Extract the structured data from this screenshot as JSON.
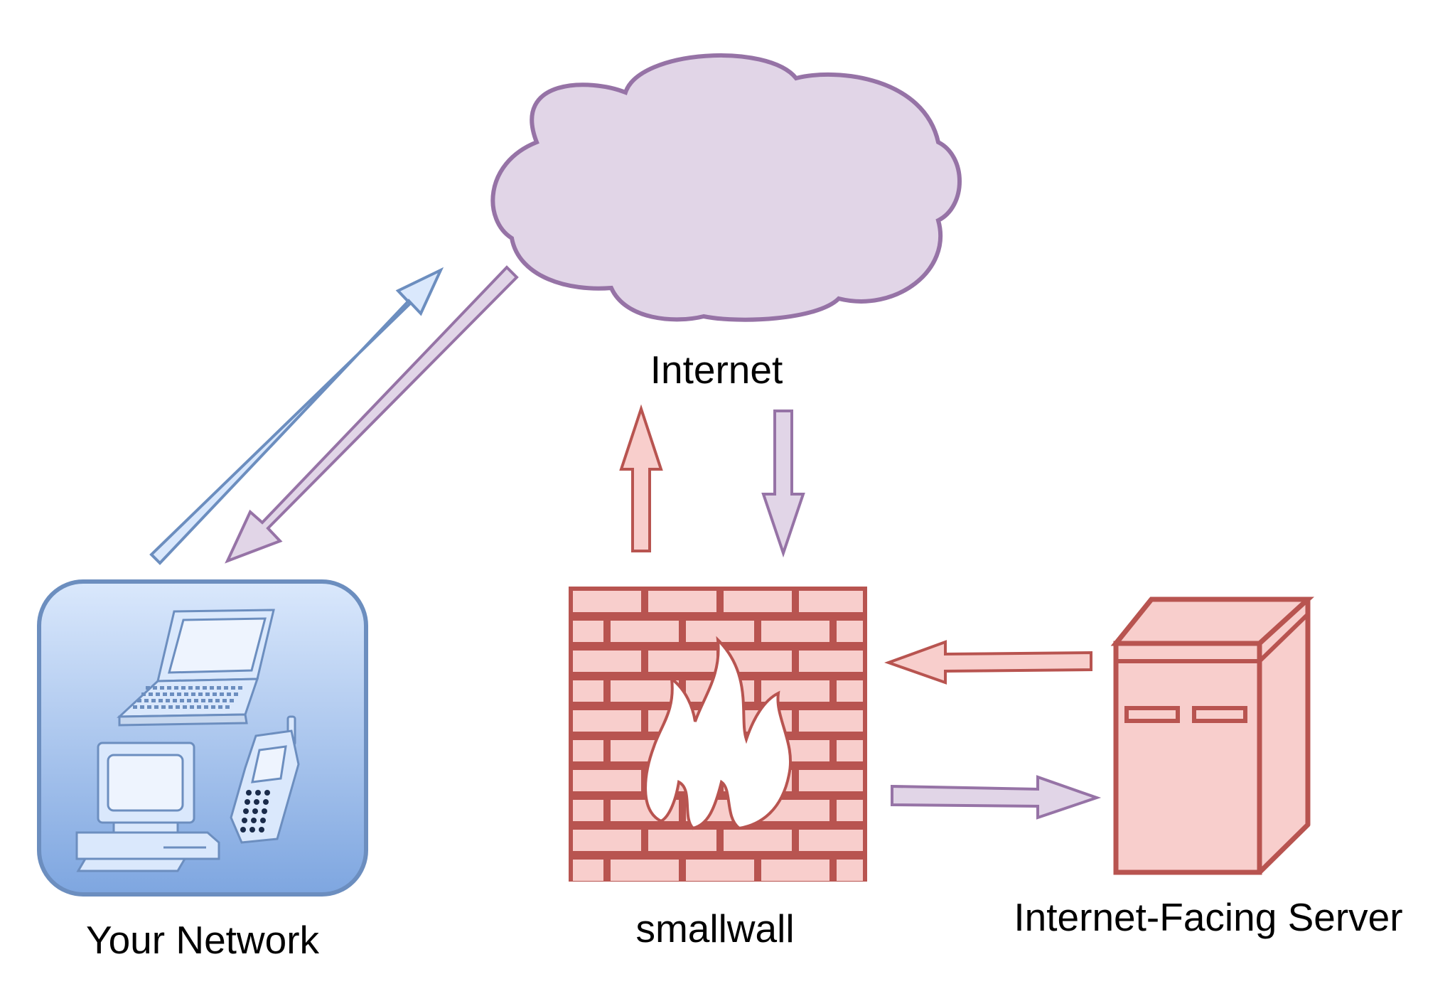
{
  "nodes": {
    "internet": {
      "label": "Internet",
      "icon": "cloud-icon"
    },
    "firewall": {
      "label": "smallwall",
      "icon": "brick-firewall-icon"
    },
    "server": {
      "label": "Internet-Facing Server",
      "icon": "server-tower-icon"
    },
    "network": {
      "label": "Your Network",
      "icon": "network-devices-icon"
    }
  },
  "edges": [
    {
      "from": "network",
      "to": "internet",
      "color": "#dae8fc"
    },
    {
      "from": "internet",
      "to": "network",
      "color": "#e1d5e7"
    },
    {
      "from": "firewall",
      "to": "internet",
      "color": "#f8cecc"
    },
    {
      "from": "internet",
      "to": "firewall",
      "color": "#e1d5e7"
    },
    {
      "from": "server",
      "to": "firewall",
      "color": "#f8cecc"
    },
    {
      "from": "firewall",
      "to": "server",
      "color": "#e1d5e7"
    }
  ],
  "colors": {
    "cloud_fill": "#e1d5e7",
    "cloud_stroke": "#9673a6",
    "red_fill": "#f8cecc",
    "red_stroke": "#b85450",
    "blue_fill": "#dae8fc",
    "blue_stroke": "#6c8ebf"
  }
}
